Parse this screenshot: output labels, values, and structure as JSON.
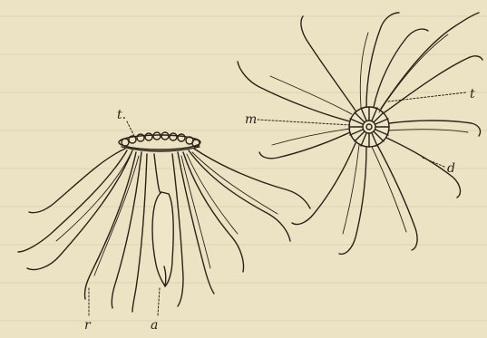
{
  "figure": {
    "left_specimen": {
      "labels": {
        "t": "t.",
        "r": "r",
        "a": "a"
      }
    },
    "right_specimen": {
      "labels": {
        "m": "m",
        "t": "t",
        "d": "d"
      }
    }
  },
  "colors": {
    "paper": "#ece3c5",
    "ink": "#2a2216"
  }
}
